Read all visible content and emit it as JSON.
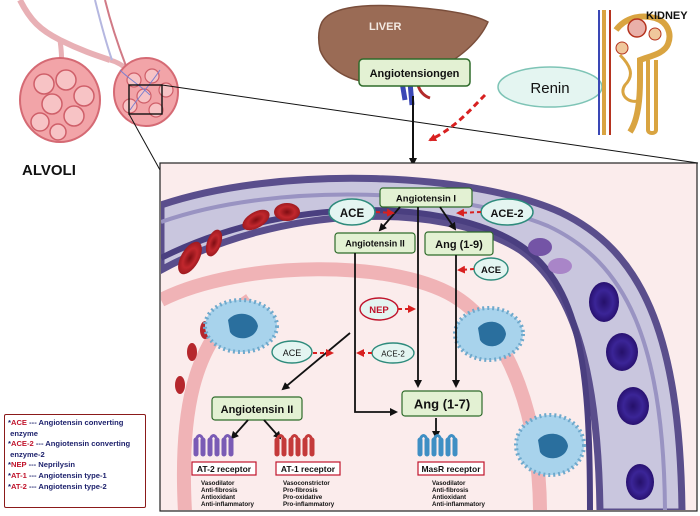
{
  "organs": {
    "liver": "LIVER",
    "kidney": "KIDNEY",
    "lungs": "ALVOLI"
  },
  "top": {
    "angiotensinogen": "Angiotensiongen",
    "renin": "Renin"
  },
  "pathway": {
    "angiotensin_i": "Angiotensin I",
    "ace_top": "ACE",
    "ace2_top": "ACE-2",
    "angiotensin_ii_inner": "Angiotensin II",
    "ang_1_9": "Ang (1-9)",
    "ace_right": "ACE",
    "nep": "NEP",
    "ace_mid": "ACE",
    "ace2_mid": "ACE-2",
    "angiotensin_ii_lower": "Angiotensin II",
    "ang_1_7": "Ang (1-7)"
  },
  "receptors": {
    "at2": {
      "label": "AT-2 receptor",
      "effects": [
        "Vasodilator",
        "Anti-fibrosis",
        "Antioxidant",
        "Anti-inflammatory"
      ]
    },
    "at1": {
      "label": "AT-1 receptor",
      "effects": [
        "Vasoconstrictor",
        "Pro-fibrosis",
        "Pro-oxidative",
        "Pro-inflammatory"
      ]
    },
    "masr": {
      "label": "MasR receptor",
      "effects": [
        "Vasodilator",
        "Anti-fibrosis",
        "Antioxidant",
        "Anti-inflammatory"
      ]
    }
  },
  "legend": [
    {
      "key": "ACE",
      "text": "--- Angiotensin converting",
      "cont": "enzyme"
    },
    {
      "key": "ACE-2",
      "text": "--- Angiotensin converting",
      "cont": "enzyme-2"
    },
    {
      "key": "NEP",
      "text": "--- Neprilysin",
      "cont": ""
    },
    {
      "key": "AT-1",
      "text": "--- Angiotensin type-1",
      "cont": ""
    },
    {
      "key": "AT-2",
      "text": "--- Angiotensin type-2",
      "cont": ""
    }
  ],
  "colors": {
    "box_fill": "#e3f1d3",
    "box_stroke": "#2e6b2a",
    "ellipse_fill": "#e4f5f1",
    "ellipse_stroke": "#2e8b7c",
    "red_dash": "#d82020",
    "vessel_outer": "#5a4e8c",
    "vessel_band": "#c9c6de"
  }
}
